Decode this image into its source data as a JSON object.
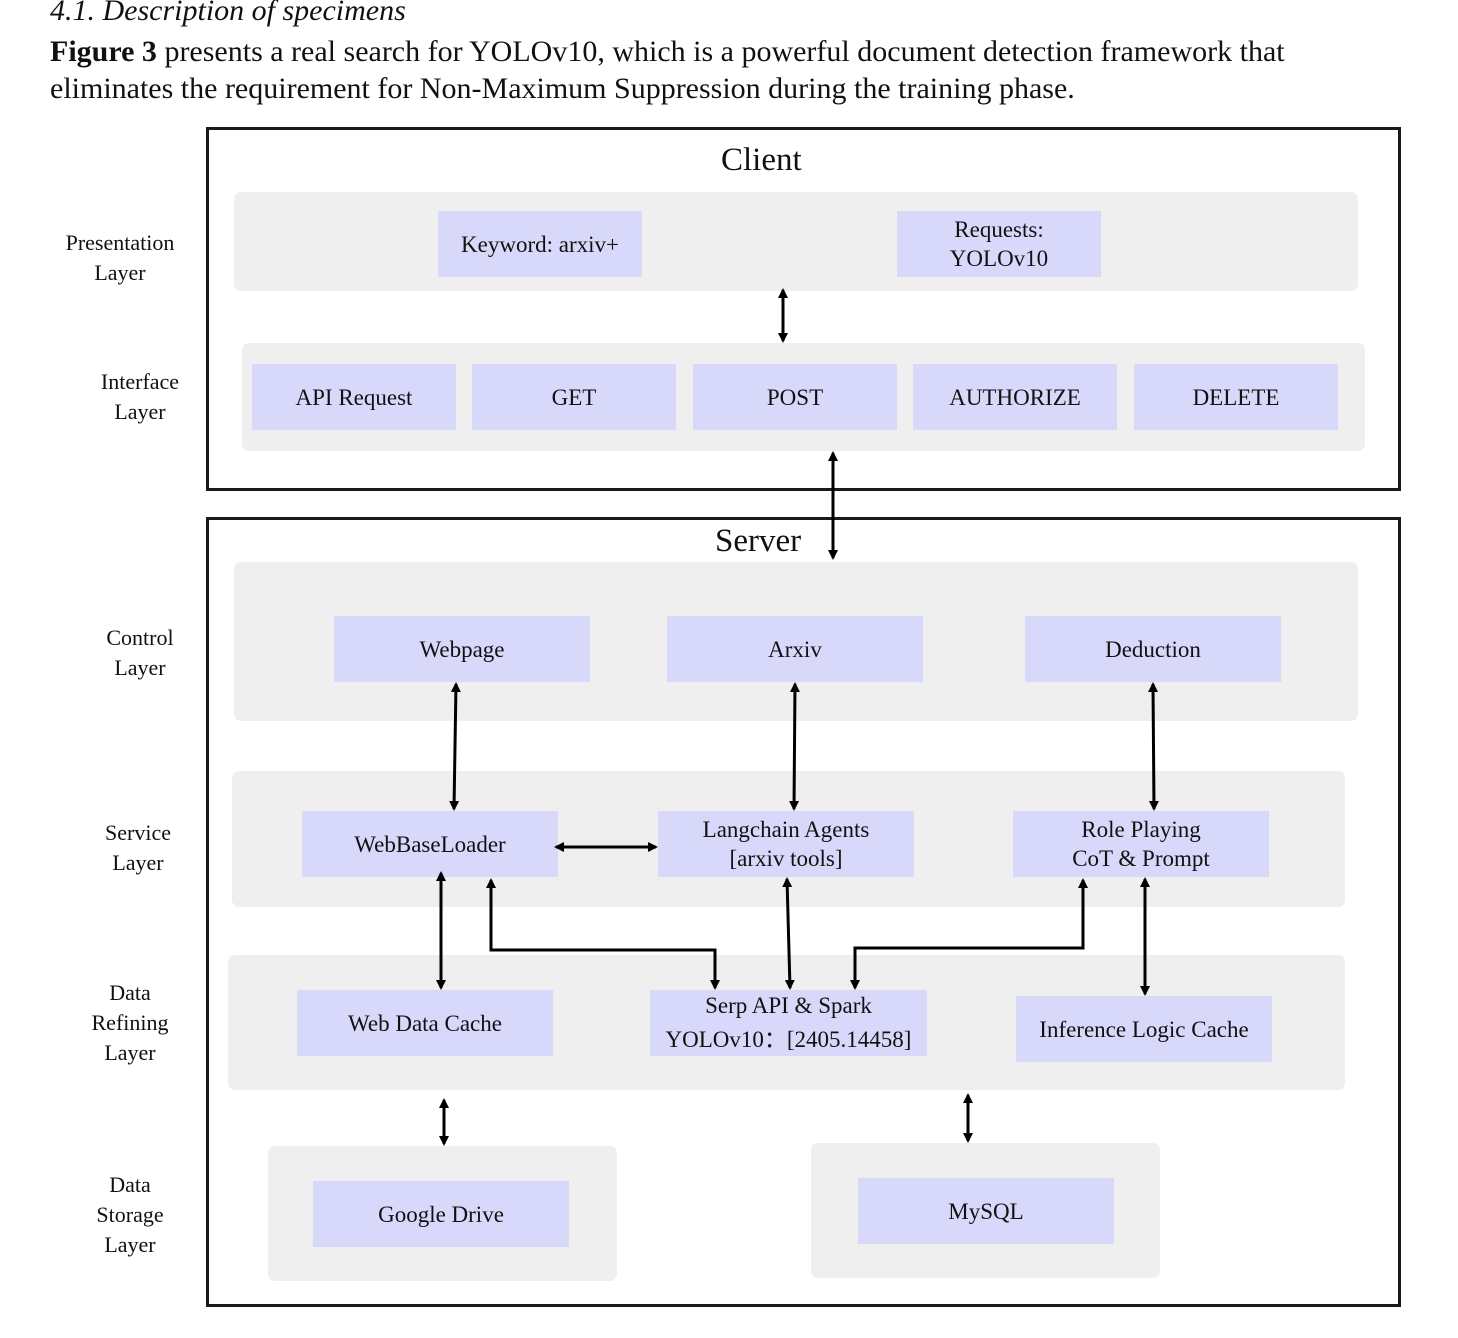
{
  "heading": "4.1. Description of specimens",
  "paragraph": {
    "bold": "Figure 3",
    "line1": " presents a real search for YOLOv10, which is a powerful document detection framework that",
    "line2": "eliminates the requirement for Non-Maximum Suppression during the training phase."
  },
  "client": {
    "title": "Client",
    "presentation_boxes": [
      {
        "line1": "Keyword: arxiv+",
        "line2": ""
      },
      {
        "line1": "Requests:",
        "line2": "YOLOv10"
      }
    ],
    "interface_boxes": [
      "API Request",
      "GET",
      "POST",
      "AUTHORIZE",
      "DELETE"
    ]
  },
  "server": {
    "title": "Server",
    "control_boxes": [
      "Webpage",
      "Arxiv",
      "Deduction"
    ],
    "service_boxes": [
      {
        "line1": "WebBaseLoader",
        "line2": ""
      },
      {
        "line1": "Langchain Agents",
        "line2": "[arxiv tools]"
      },
      {
        "line1": "Role Playing",
        "line2": "CoT & Prompt"
      }
    ],
    "refining_boxes": [
      {
        "line1": "Web Data Cache",
        "line2": ""
      },
      {
        "line1": "Serp API & Spark",
        "line2": "YOLOv10：[2405.14458]"
      },
      {
        "line1": "Inference Logic Cache",
        "line2": ""
      }
    ],
    "storage_boxes": [
      "Google Drive",
      "MySQL"
    ]
  },
  "layers": {
    "presentation": [
      "Presentation",
      "Layer"
    ],
    "interface": [
      "Interface",
      "Layer"
    ],
    "control": [
      "Control",
      "Layer"
    ],
    "service": [
      "Service",
      "Layer"
    ],
    "refining": [
      "Data",
      "Refining",
      "Layer"
    ],
    "storage": [
      "Data",
      "Storage",
      "Layer"
    ]
  },
  "colors": {
    "box_fill": "#d8d8fb",
    "band_fill": "#efefef",
    "frame_stroke": "#1a1a1a"
  }
}
